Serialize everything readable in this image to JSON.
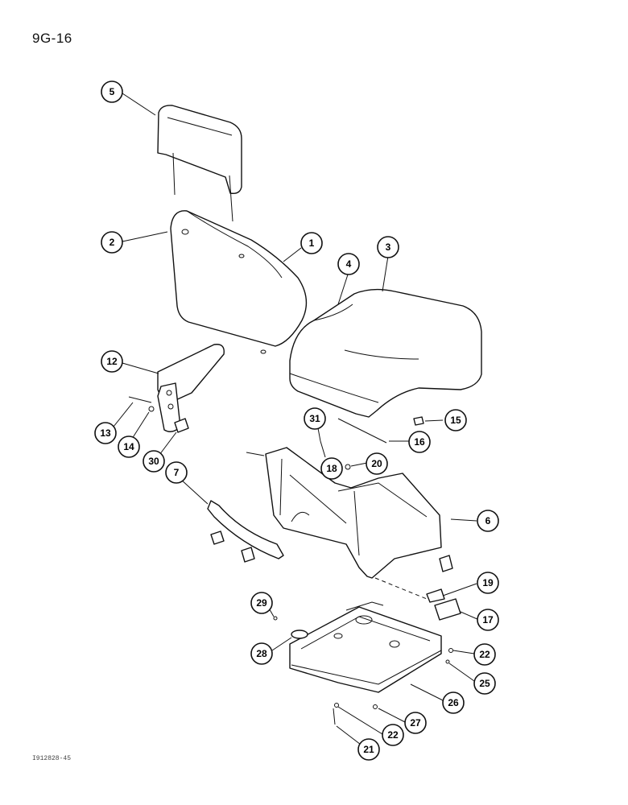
{
  "page_label": "9G-16",
  "figure_code": "I912828-45",
  "callouts": [
    {
      "id": "c1",
      "label": "1"
    },
    {
      "id": "c2",
      "label": "2"
    },
    {
      "id": "c3",
      "label": "3"
    },
    {
      "id": "c4",
      "label": "4"
    },
    {
      "id": "c5",
      "label": "5"
    },
    {
      "id": "c6",
      "label": "6"
    },
    {
      "id": "c7",
      "label": "7"
    },
    {
      "id": "c12",
      "label": "12"
    },
    {
      "id": "c13",
      "label": "13"
    },
    {
      "id": "c14",
      "label": "14"
    },
    {
      "id": "c15",
      "label": "15"
    },
    {
      "id": "c16",
      "label": "16"
    },
    {
      "id": "c17",
      "label": "17"
    },
    {
      "id": "c18",
      "label": "18"
    },
    {
      "id": "c19",
      "label": "19"
    },
    {
      "id": "c20",
      "label": "20"
    },
    {
      "id": "c21",
      "label": "21"
    },
    {
      "id": "c22a",
      "label": "22"
    },
    {
      "id": "c22b",
      "label": "22"
    },
    {
      "id": "c25",
      "label": "25"
    },
    {
      "id": "c26",
      "label": "26"
    },
    {
      "id": "c27",
      "label": "27"
    },
    {
      "id": "c28",
      "label": "28"
    },
    {
      "id": "c29",
      "label": "29"
    },
    {
      "id": "c30",
      "label": "30"
    },
    {
      "id": "c31",
      "label": "31"
    }
  ]
}
